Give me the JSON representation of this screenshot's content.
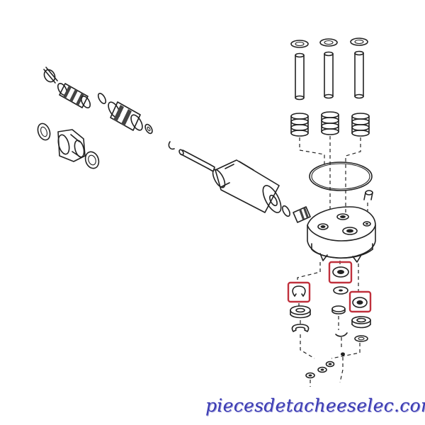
{
  "watermark": {
    "text": "piecesdetacheeselec.com"
  },
  "colors": {
    "line": "#222222",
    "highlight": "#c0303c",
    "watermark": "#3c3cb4",
    "background": "#ffffff"
  },
  "highlighted_parts": [
    {
      "name": "circlip-left",
      "icon": "c-clip-icon"
    },
    {
      "name": "valve-seat-middle",
      "icon": "valve-seat-icon"
    },
    {
      "name": "valve-seat-right",
      "icon": "valve-seat-icon"
    }
  ]
}
